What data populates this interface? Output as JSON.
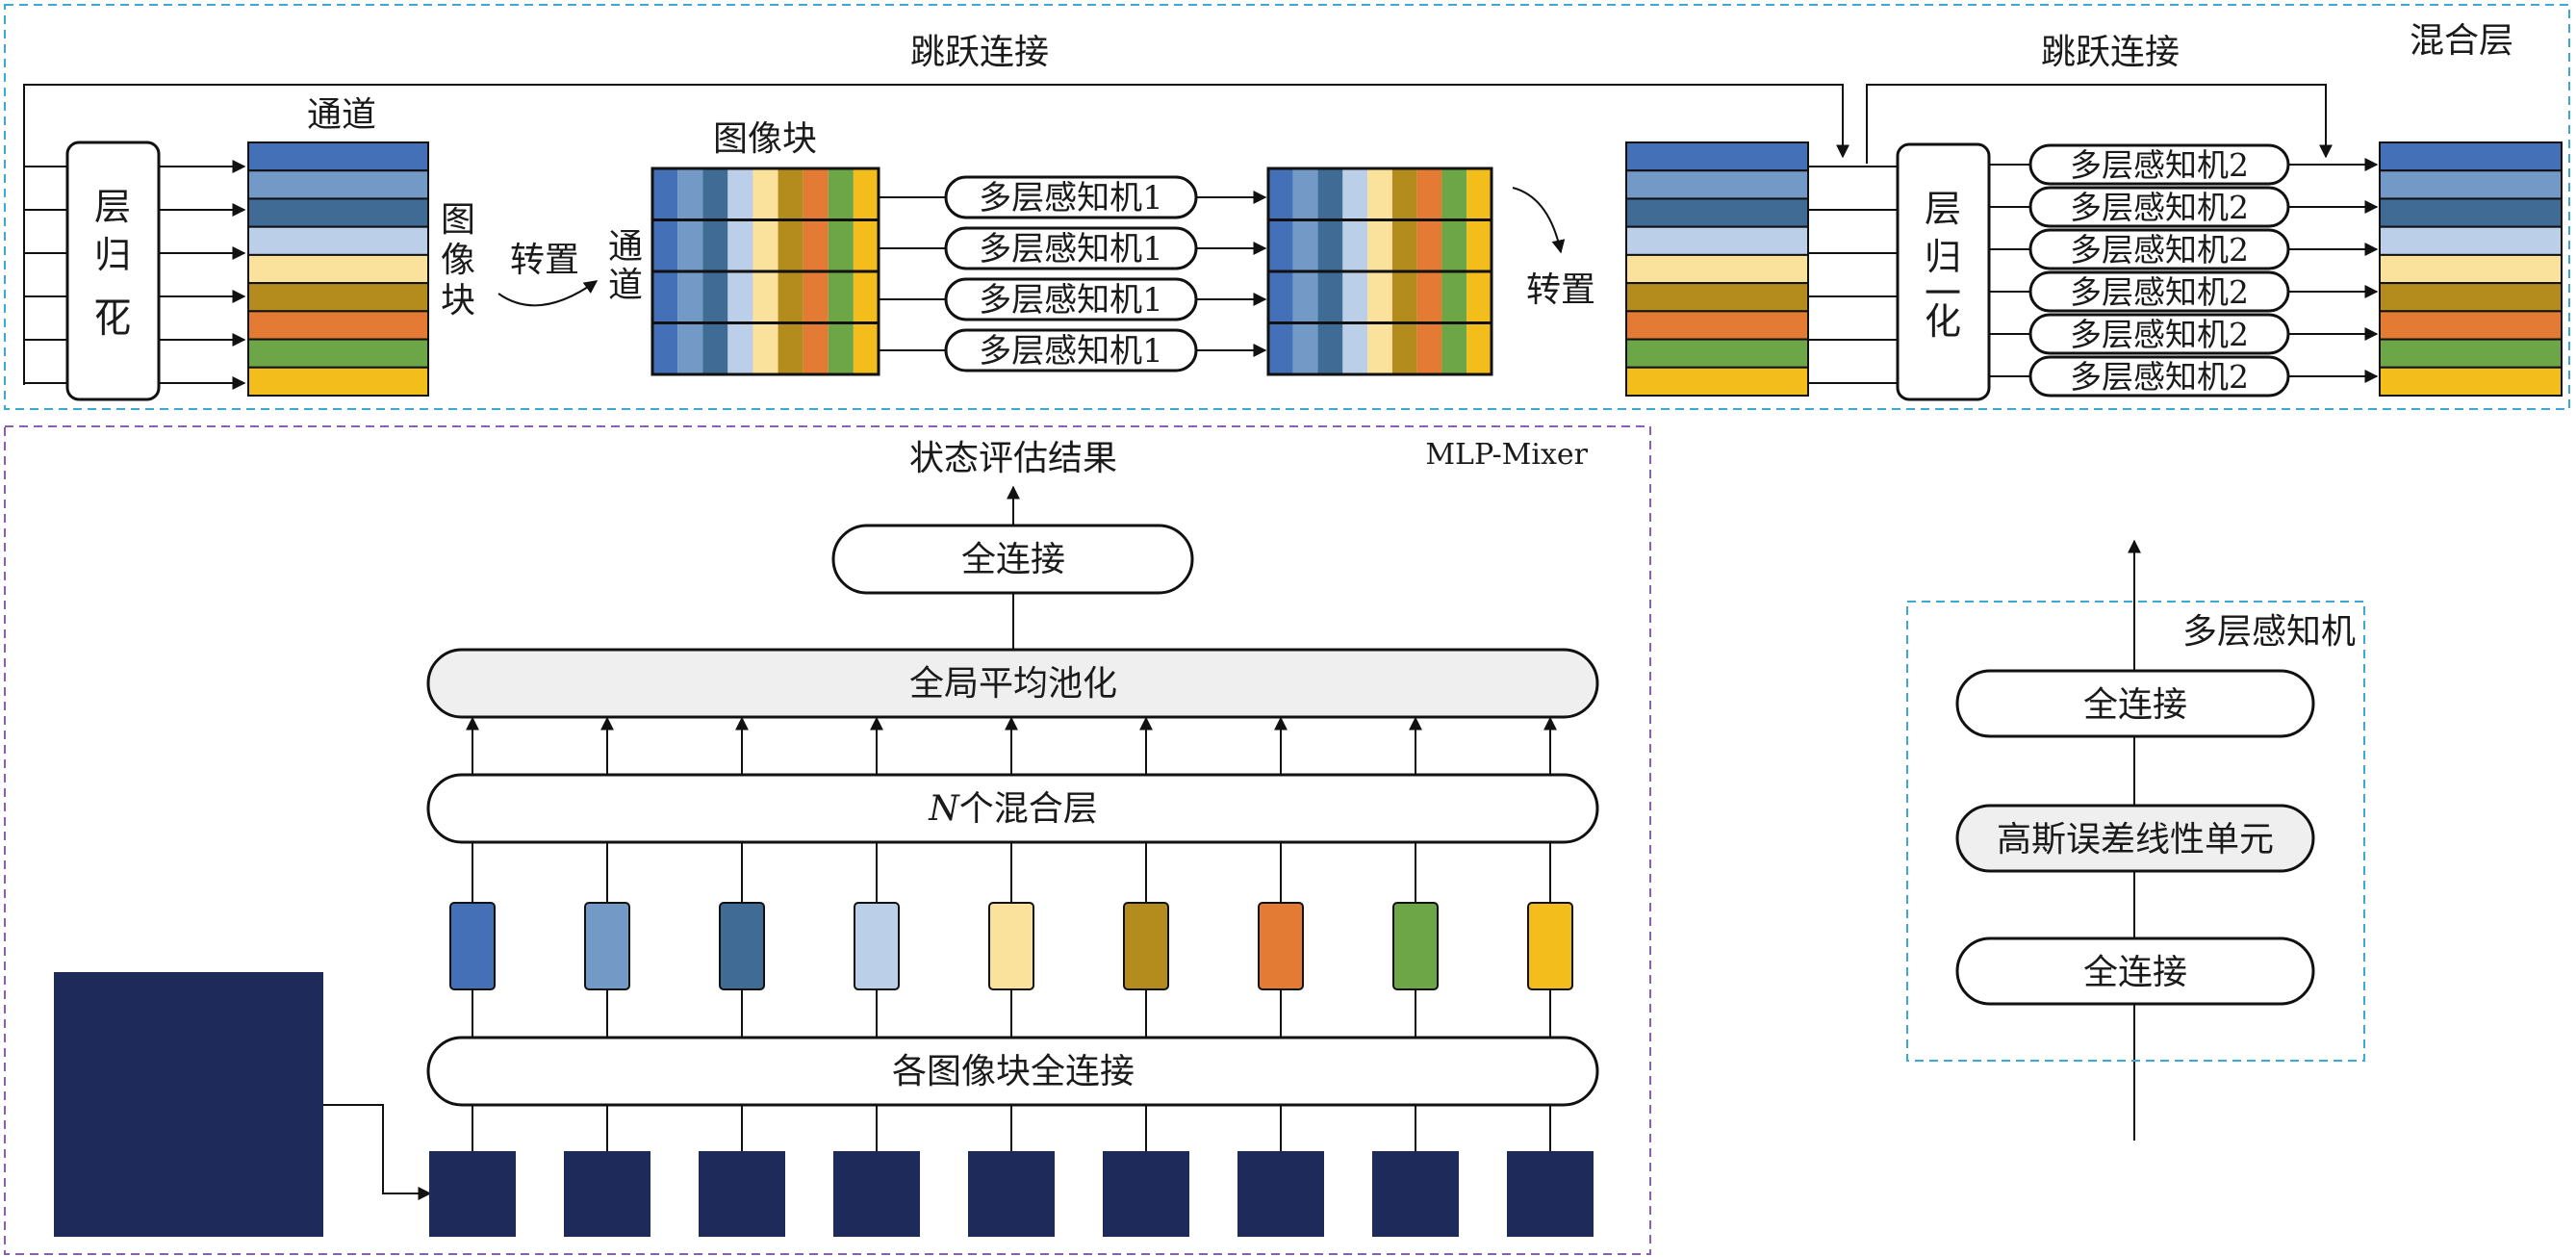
{
  "colors": {
    "c0": "#4470b8",
    "c1": "#7399c6",
    "c2": "#3f6b94",
    "c3": "#bccfe8",
    "c4": "#fae29c",
    "c5": "#b48c1d",
    "c6": "#e37b35",
    "c7": "#6ca646",
    "c8": "#f3bd1c",
    "patch": "#1e2b5a",
    "cyan_border": "#3aa9d6",
    "purple_border": "#8a5fae"
  },
  "mixer_layer": {
    "title": "混合层",
    "skip1": "跳跃连接",
    "skip2": "跳跃连接",
    "ln1_label": [
      "层",
      "归",
      "一",
      "化"
    ],
    "ln2_label": [
      "层",
      "归",
      "一",
      "化"
    ],
    "channel_label": "通道",
    "patch_vertical": [
      "图",
      "像",
      "块"
    ],
    "transpose1": "转置",
    "patch_label2": "图像块",
    "channel_vertical": [
      "通",
      "道"
    ],
    "transpose2": "转置",
    "mlp1": [
      "多层感知机1",
      "多层感知机1",
      "多层感知机1",
      "多层感知机1"
    ],
    "mlp2": [
      "多层感知机2",
      "多层感知机2",
      "多层感知机2",
      "多层感知机2",
      "多层感知机2",
      "多层感知机2"
    ]
  },
  "mlp_mixer": {
    "title": "MLP-Mixer",
    "output": "状态评估结果",
    "fc": "全连接",
    "gap": "全局平均池化",
    "n_layers_italic": "N",
    "n_layers_rest": "个混合层",
    "patch_fc": "各图像块全连接"
  },
  "mlp_block": {
    "title": "多层感知机",
    "fc_top": "全连接",
    "gelu": "高斯误差线性单元",
    "fc_bottom": "全连接"
  }
}
